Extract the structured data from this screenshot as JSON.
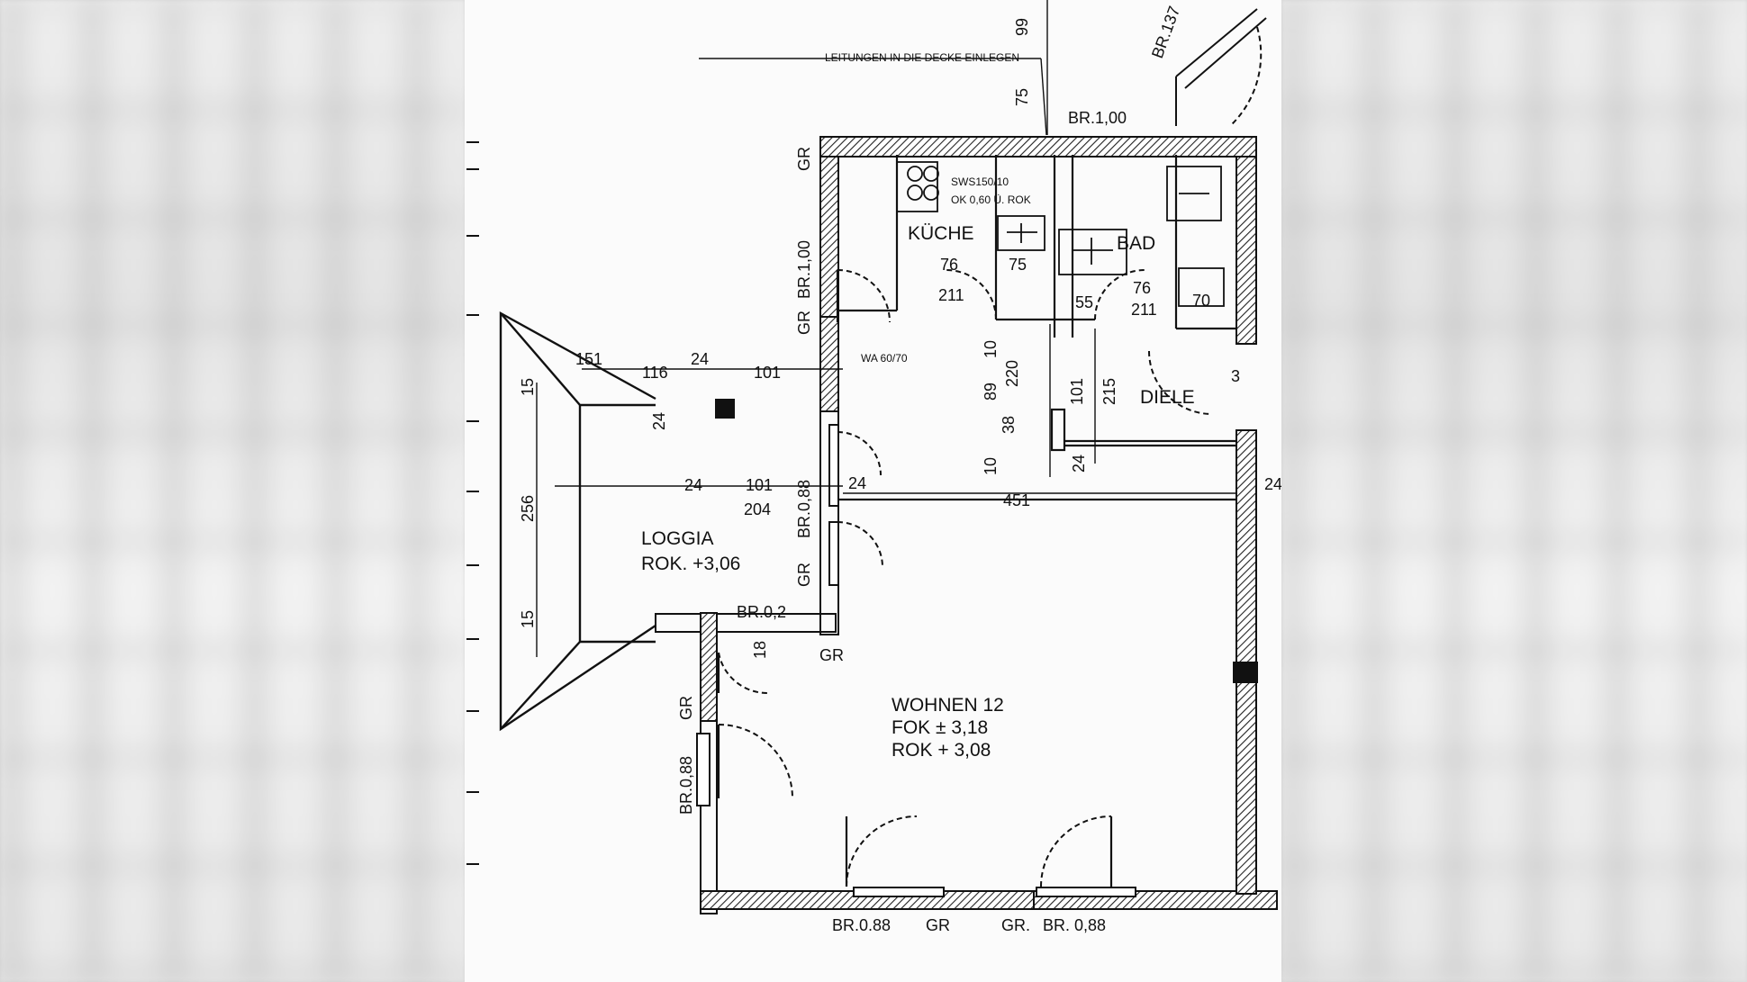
{
  "rooms": {
    "kueche": "KÜCHE",
    "bad": "BAD",
    "diele": "DIELE",
    "loggia": "LOGGIA",
    "loggia_level": "ROK. +3,06",
    "wohnen": "WOHNEN 12",
    "wohnen_fok": "FOK ± 3,18",
    "wohnen_rok": "ROK + 3,08"
  },
  "notes": {
    "leitungen": "LEITUNGEN IN DIE DECKE EINLEGEN",
    "sws_1": "SWS150/10",
    "sws_2": "OK 0,60 Ü. ROK",
    "wa": "WA 60/70"
  },
  "openings": {
    "br137": "BR.137",
    "br100_top": "BR.1,00",
    "br100_left": "BR.1,00",
    "br088_left": "BR.0,88",
    "br088_lower": "BR.0,88",
    "br02": "BR.0,2",
    "br088_bottom_left": "BR.0.88",
    "br088_bottom_right": "BR. 0,88",
    "gr": "GR",
    "gr_dot": "GR."
  },
  "dimensions": {
    "d99": "99",
    "d75_top": "75",
    "d151": "151",
    "d116": "116",
    "d24_a": "24",
    "d101_a": "101",
    "d15_a": "15",
    "d24_b": "24",
    "d256": "256",
    "d15_b": "15",
    "d24_c": "24",
    "d101_b": "101",
    "d204": "204",
    "d24_d": "24",
    "d451": "451",
    "d18": "18",
    "d76_k": "76",
    "d211_k": "211",
    "d75_b": "75",
    "d55": "55",
    "d76_b": "76",
    "d211_b": "211",
    "d70": "70",
    "d10_a": "10",
    "d89": "89",
    "d220": "220",
    "d38": "38",
    "d10_b": "10",
    "d101_c": "101",
    "d215": "215",
    "d24_e": "24",
    "d24_f": "24",
    "d3": "3"
  }
}
